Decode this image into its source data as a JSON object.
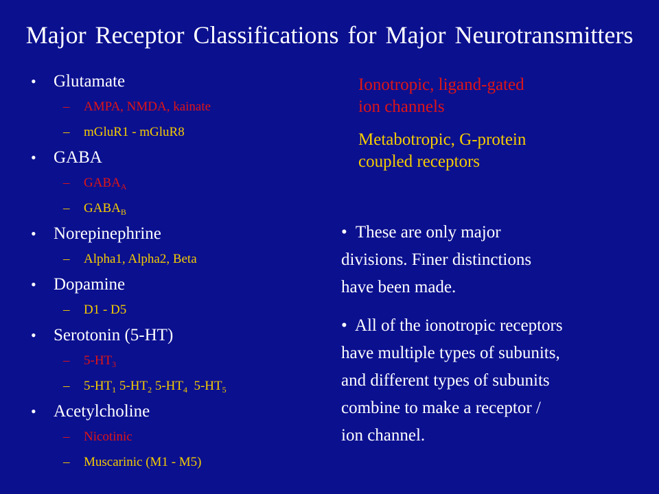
{
  "title": "Major Receptor Classifications for Major Neurotransmitters",
  "legend": {
    "ionotropic_line1": "Ionotropic, ligand-gated",
    "ionotropic_line2": "ion channels",
    "metabotropic_line1": "Metabotropic, G-protein",
    "metabotropic_line2": "coupled receptors"
  },
  "notes": {
    "bullet": "•",
    "note1_line1": "These are only major",
    "note1_line2": "divisions.  Finer distinctions",
    "note1_line3": "have been made.",
    "note2_line1": "All of the ionotropic receptors",
    "note2_line2": "have multiple types of subunits,",
    "note2_line3": "and different types of subunits",
    "note2_line4": "combine to make a receptor /",
    "note2_line5": "ion channel."
  },
  "colors": {
    "background": "#0b108f",
    "ionotropic": "#e01515",
    "metabotropic": "#f5cc00",
    "text": "#ffffff"
  },
  "list": {
    "bullet": "•",
    "dash": "–",
    "glutamate": "Glutamate",
    "glutamate_iono": "AMPA, NMDA, kainate",
    "glutamate_metabo": "mGluR1 - mGluR8",
    "gaba": "GABA",
    "gaba_a": "GABA",
    "gaba_a_sub": "A",
    "gaba_b": "GABA",
    "gaba_b_sub": "B",
    "norepinephrine": "Norepinephrine",
    "norepinephrine_metabo": "Alpha1, Alpha2, Beta",
    "dopamine": "Dopamine",
    "dopamine_metabo": "D1 - D5",
    "serotonin": "Serotonin (5-HT)",
    "ht3": "5-HT",
    "ht3_sub": "3",
    "ht_prefix": "5-HT",
    "ht1_sub": "1",
    "ht2_sub": "2",
    "ht4_sub": "4",
    "ht5_sub": "5",
    "acetylcholine": "Acetylcholine",
    "nicotinic": "Nicotinic",
    "muscarinic": "Muscarinic (M1 - M5)"
  }
}
